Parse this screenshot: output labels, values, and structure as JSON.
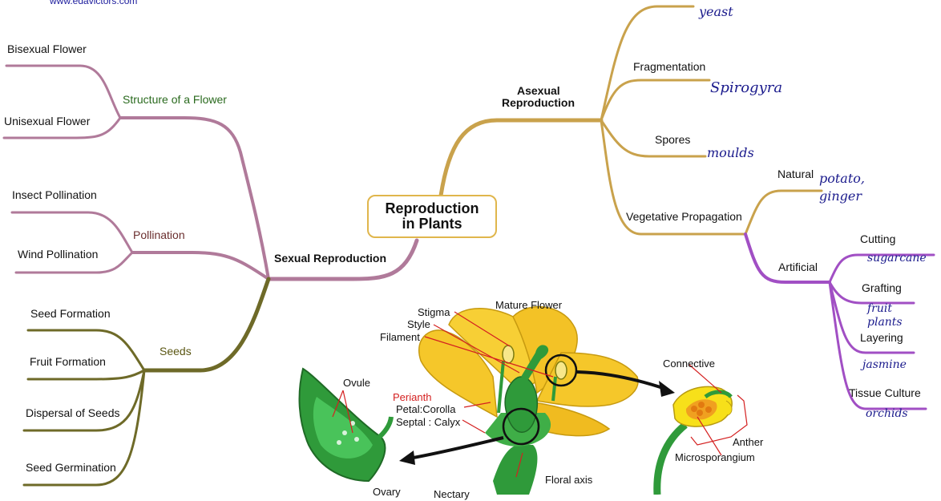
{
  "watermark": "www.edavictors.com",
  "central": {
    "line1": "Reproduction",
    "line2": "in  Plants"
  },
  "sexual": {
    "title": "Sexual Reproduction",
    "structure": {
      "title": "Structure of a Flower",
      "items": [
        "Bisexual Flower",
        "Unisexual Flower"
      ]
    },
    "pollination": {
      "title": "Pollination",
      "items": [
        "Insect Pollination",
        "Wind Pollination"
      ]
    },
    "seeds": {
      "title": "Seeds",
      "items": [
        "Seed Formation",
        "Fruit Formation",
        "Dispersal of Seeds",
        "Seed Germination"
      ]
    }
  },
  "asexual": {
    "title_line1": "Asexual",
    "title_line2": "Reproduction",
    "fragmentation": {
      "label": "Fragmentation",
      "example": "Spirogyra"
    },
    "budding_example": "yeast",
    "spores": {
      "label": "Spores",
      "example": "moulds"
    },
    "vegetative": {
      "label": "Vegetative Propagation",
      "natural": {
        "label": "Natural",
        "example_line1": "potato,",
        "example_line2": "ginger"
      },
      "artificial": {
        "label": "Artificial",
        "cutting": {
          "label": "Cutting",
          "example": "sugarcane"
        },
        "grafting": {
          "label": "Grafting",
          "example_line1": "fruit",
          "example_line2": "plants"
        },
        "layering": {
          "label": "Layering",
          "example": "jasmine"
        },
        "tissue": {
          "label": "Tissue Culture",
          "example": "orchids"
        }
      }
    }
  },
  "flower_diagram": {
    "title": "Mature Flower",
    "stigma": "Stigma",
    "style": "Style",
    "filament": "Filament",
    "perianth": "Perianth",
    "petal": "Petal:Corolla",
    "septal": "Septal : Calyx",
    "ovule": "Ovule",
    "ovary": "Ovary",
    "nectary": "Nectary",
    "floral_axis": "Floral axis",
    "connective": "Connective",
    "anther": "Anther",
    "microsporangium": "Microsporangium"
  },
  "colors": {
    "sexual_branch": "#b07a9a",
    "pollination_branch": "#b07a9a",
    "seeds_branch": "#6e6a28",
    "asexual_branch": "#c9a24c",
    "artificial_branch": "#a14fc4",
    "handwriting": "#1a1a8c",
    "structure_title": "#2a6a1e",
    "pollination_title": "#6a2e2e",
    "seeds_title": "#5a5612"
  }
}
